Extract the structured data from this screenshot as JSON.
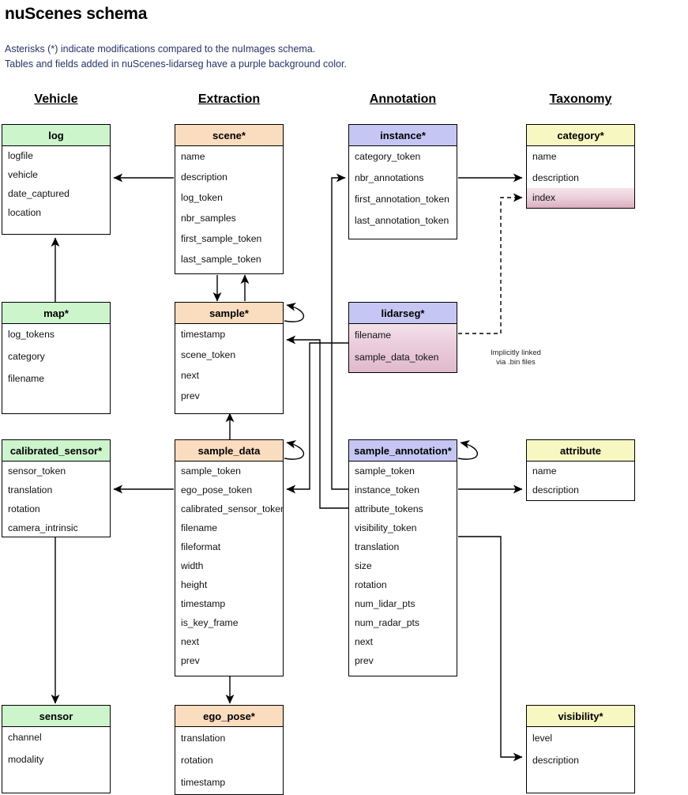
{
  "page": {
    "title": "nuScenes schema",
    "note_line_1": "Asterisks (*) indicate modifications compared to the nuImages schema.",
    "note_line_2": "Tables and fields added in nuScenes-lidarseg have a purple background color.",
    "implicit_note_line_1": "Implicitly linked",
    "implicit_note_line_2": "via .bin files"
  },
  "colors": {
    "vehicle_header": "#ccf5cc",
    "extraction_header": "#fadcbe",
    "annotation_header": "#c6c6f5",
    "taxonomy_header": "#f7f7c2",
    "lidarseg_body_top": "#f4e2ea",
    "lidarseg_body_bottom": "#e0b9cd",
    "note_text": "#25346b",
    "border": "#000000"
  },
  "groups": [
    {
      "label": "Vehicle"
    },
    {
      "label": "Extraction"
    },
    {
      "label": "Annotation"
    },
    {
      "label": "Taxonomy"
    }
  ],
  "tables": [
    {
      "id": "log",
      "name": "log",
      "group": "Vehicle",
      "fields": [
        "logfile",
        "vehicle",
        "date_captured",
        "location"
      ]
    },
    {
      "id": "map",
      "name": "map*",
      "group": "Vehicle",
      "fields": [
        "log_tokens",
        "category",
        "filename"
      ]
    },
    {
      "id": "calibrated_sensor",
      "name": "calibrated_sensor*",
      "group": "Vehicle",
      "fields": [
        "sensor_token",
        "translation",
        "rotation",
        "camera_intrinsic"
      ]
    },
    {
      "id": "sensor",
      "name": "sensor",
      "group": "Vehicle",
      "fields": [
        "channel",
        "modality"
      ]
    },
    {
      "id": "scene",
      "name": "scene*",
      "group": "Extraction",
      "fields": [
        "name",
        "description",
        "log_token",
        "nbr_samples",
        "first_sample_token",
        "last_sample_token"
      ]
    },
    {
      "id": "sample",
      "name": "sample*",
      "group": "Extraction",
      "fields": [
        "timestamp",
        "scene_token",
        "next",
        "prev"
      ]
    },
    {
      "id": "sample_data",
      "name": "sample_data",
      "group": "Extraction",
      "fields": [
        "sample_token",
        "ego_pose_token",
        "calibrated_sensor_token",
        "filename",
        "fileformat",
        "width",
        "height",
        "timestamp",
        "is_key_frame",
        "next",
        "prev"
      ]
    },
    {
      "id": "ego_pose",
      "name": "ego_pose*",
      "group": "Extraction",
      "fields": [
        "translation",
        "rotation",
        "timestamp"
      ]
    },
    {
      "id": "instance",
      "name": "instance*",
      "group": "Annotation",
      "fields": [
        "category_token",
        "nbr_annotations",
        "first_annotation_token",
        "last_annotation_token"
      ]
    },
    {
      "id": "lidarseg",
      "name": "lidarseg*",
      "group": "Annotation",
      "fields": [
        "filename",
        "sample_data_token"
      ]
    },
    {
      "id": "sample_annotation",
      "name": "sample_annotation*",
      "group": "Annotation",
      "fields": [
        "sample_token",
        "instance_token",
        "attribute_tokens",
        "visibility_token",
        "translation",
        "size",
        "rotation",
        "num_lidar_pts",
        "num_radar_pts",
        "next",
        "prev"
      ]
    },
    {
      "id": "category",
      "name": "category*",
      "group": "Taxonomy",
      "fields": [
        "name",
        "description",
        "index"
      ]
    },
    {
      "id": "attribute",
      "name": "attribute",
      "group": "Taxonomy",
      "fields": [
        "name",
        "description"
      ]
    },
    {
      "id": "visibility",
      "name": "visibility*",
      "group": "Taxonomy",
      "fields": [
        "level",
        "description"
      ]
    }
  ]
}
